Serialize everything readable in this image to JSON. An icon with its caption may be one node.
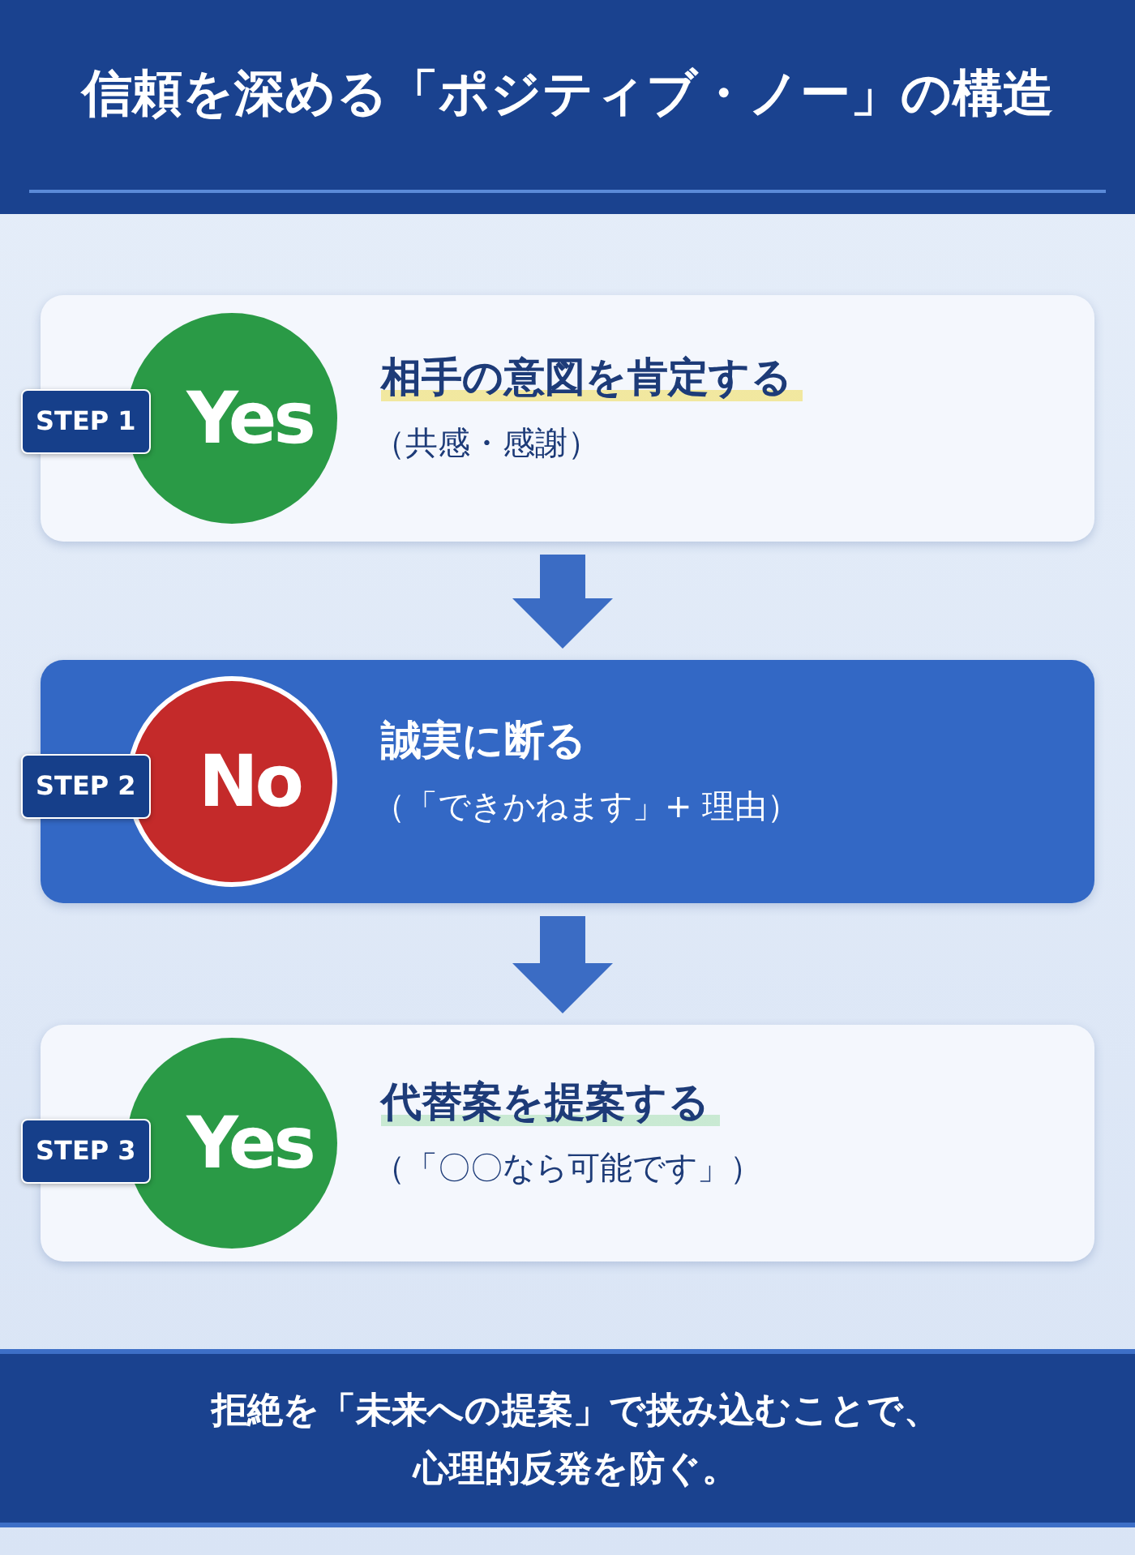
{
  "diagram": {
    "title": "信頼を深める「ポジティブ・ノー」の構造",
    "nodes": [
      {
        "text": [
          "相手の意図を肯定する",
          "（共感・感謝）"
        ]
      },
      {
        "text": [
          "Yes"
        ],
        "in": 0
      },
      {
        "text": [
          "STEP 1"
        ]
      },
      {
        "text": [
          "誠実に断る",
          "（「できかねます」+ 理由）"
        ]
      },
      {
        "text": [
          "No"
        ],
        "in": 3
      },
      {
        "text": [
          "STEP 2"
        ]
      },
      {
        "text": [
          "代替案を提案する",
          "（「〇〇なら可能です」）"
        ]
      },
      {
        "text": [
          "Yes"
        ],
        "in": 6
      },
      {
        "text": [
          "STEP 3"
        ]
      },
      {
        "text": [
          "拒絶を「未来への提案」で挟み込むことで、心理的反発を防ぐ。"
        ]
      }
    ],
    "edges": [
      {
        "from": 0,
        "to": 3,
        "arrow": "to"
      },
      {
        "from": 3,
        "to": 6,
        "arrow": "to"
      }
    ]
  }
}
